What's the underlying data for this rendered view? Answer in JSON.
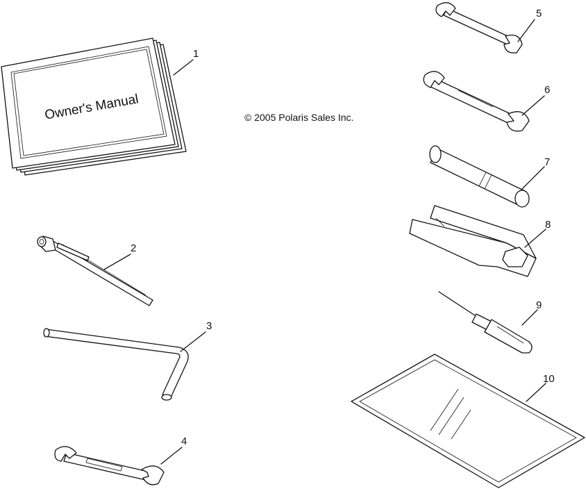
{
  "copyright": "© 2005 Polaris Sales Inc.",
  "manual_cover_text": "Owner's Manual",
  "callouts": [
    "1",
    "2",
    "3",
    "4",
    "5",
    "6",
    "7",
    "8",
    "9",
    "10"
  ]
}
